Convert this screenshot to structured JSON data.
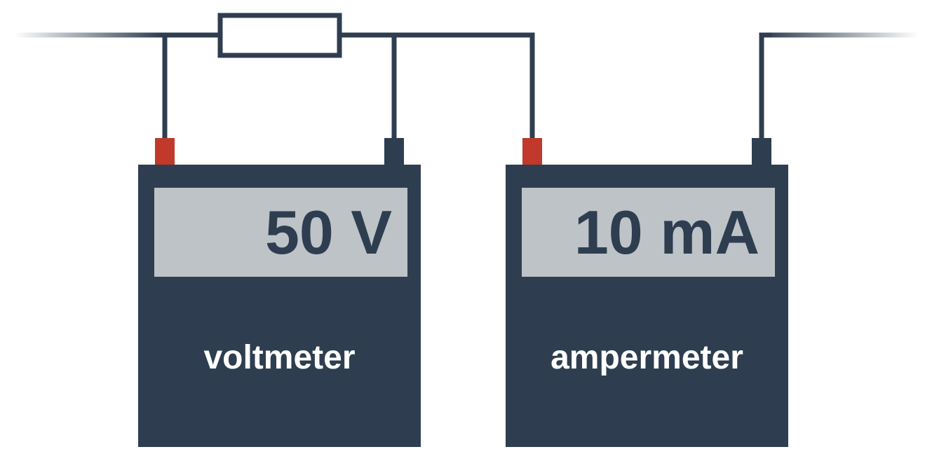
{
  "colors": {
    "meter_body": "#2e3e50",
    "display_background": "#bdc3c7",
    "wire": "#2e3e50",
    "positive_terminal": "#c0392b",
    "negative_terminal": "#2e3e50",
    "resistor_fill": "#ffffff"
  },
  "voltmeter": {
    "reading": "50 V",
    "label": "voltmeter"
  },
  "ampermeter": {
    "reading": "10 mA",
    "label": "ampermeter"
  }
}
